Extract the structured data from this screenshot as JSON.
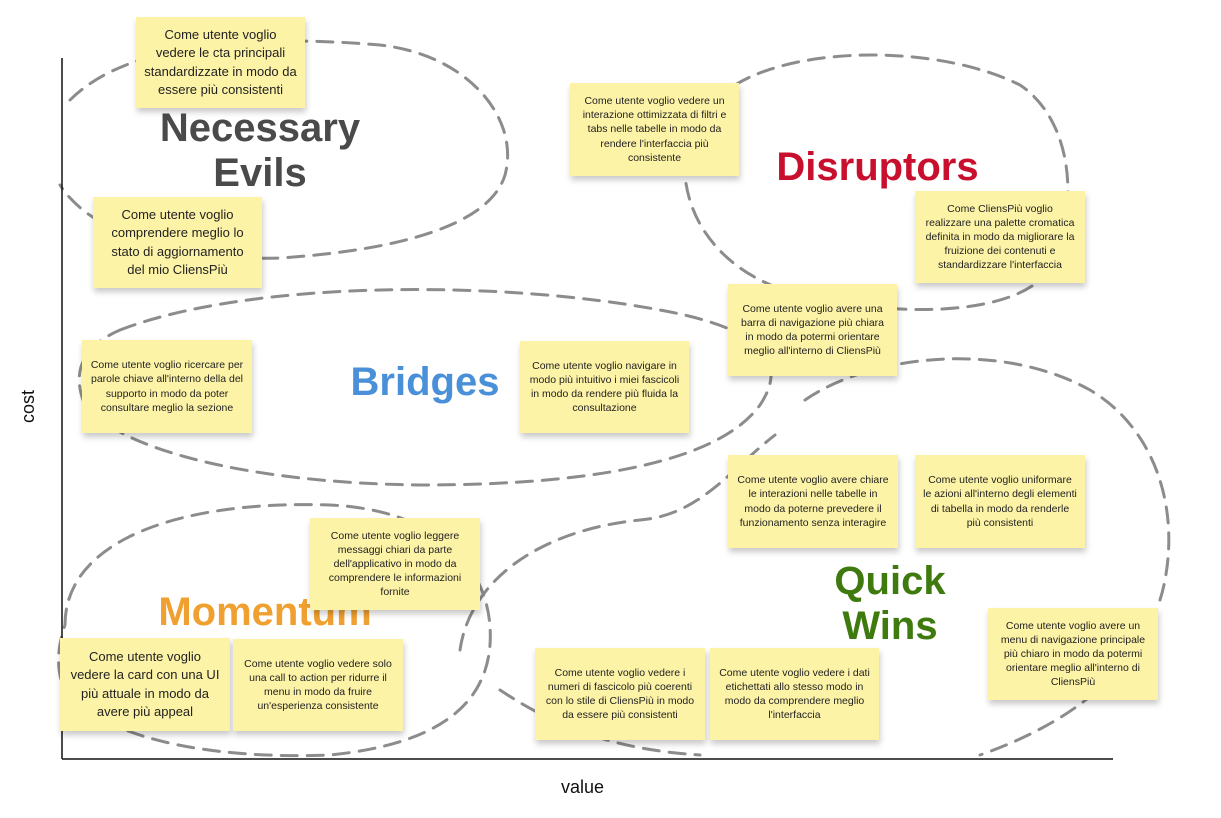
{
  "axes": {
    "x_label": "value",
    "y_label": "cost"
  },
  "quadrants": {
    "necessary_evils": {
      "label": "Necessary\nEvils",
      "color": "#4a4a4a"
    },
    "disruptors": {
      "label": "Disruptors",
      "color": "#c8102e"
    },
    "bridges": {
      "label": "Bridges",
      "color": "#4a90d9"
    },
    "quick_wins": {
      "label": "Quick\nWins",
      "color": "#3f7a0e"
    },
    "momentum": {
      "label": "Momentum",
      "color": "#f0a030"
    }
  },
  "notes": [
    "Come utente voglio vedere le cta principali standardizzate in modo da essere più consistenti",
    "Come utente voglio comprendere meglio lo stato di aggiornamento del mio CliensPiù",
    "Come utente voglio vedere un interazione ottimizzata di filtri e tabs nelle tabelle in modo da rendere l'interfaccia più consistente",
    "Come CliensPiù voglio realizzare una palette cromatica definita in modo da migliorare la fruizione dei contenuti e standardizzare l'interfaccia",
    "Come utente voglio avere una barra di navigazione più chiara in modo da potermi orientare meglio all'interno di CliensPiù",
    "Come utente voglio ricercare per parole chiave all'interno della del supporto in modo da poter consultare meglio la sezione",
    "Come utente voglio navigare in modo più intuitivo i miei fascicoli in modo da rendere più fluida la consultazione",
    "Come utente voglio avere chiare le interazioni nelle tabelle in modo da poterne prevedere il funzionamento senza interagire",
    "Come utente voglio uniformare le azioni all'interno degli elementi di tabella in modo da renderle più consistenti",
    "Come utente voglio leggere messaggi chiari da parte dell'applicativo in modo da comprendere le informazioni fornite",
    "Come utente voglio vedere la card con una UI più attuale in modo da avere più appeal",
    "Come utente voglio vedere solo una call to action per ridurre il menu in modo da fruire un'esperienza consistente",
    "Come utente voglio vedere i numeri di fascicolo più coerenti con lo stile di CliensPiù in modo da essere più consistenti",
    "Come utente voglio vedere i dati etichettati allo stesso modo in modo da comprendere meglio l'interfaccia",
    "Come utente voglio avere un menu di navigazione principale più chiaro in modo da potermi orientare meglio all'interno di CliensPiù"
  ]
}
